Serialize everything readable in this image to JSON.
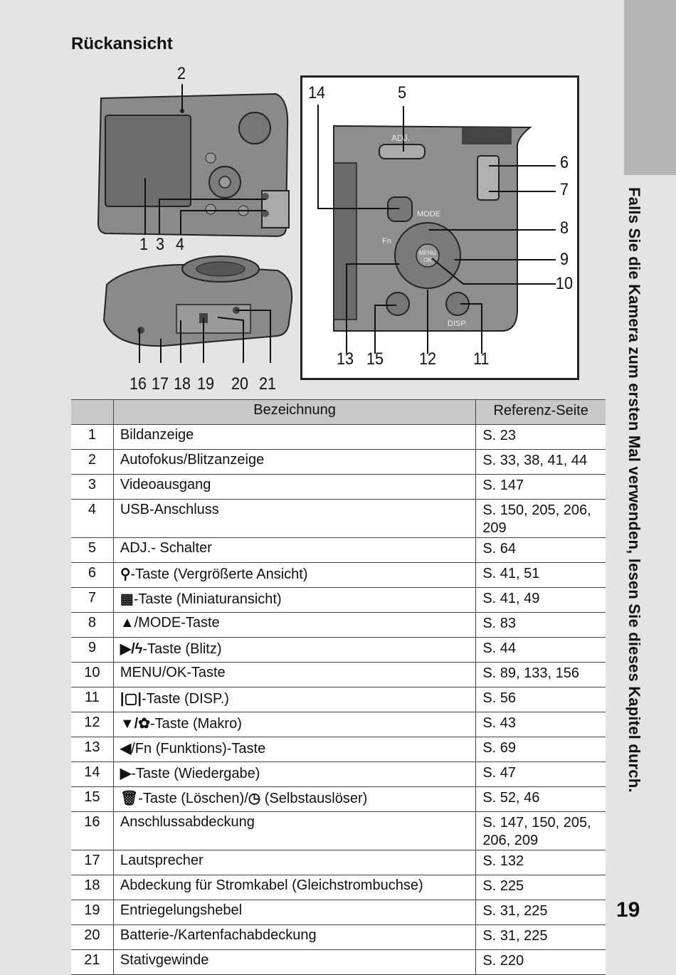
{
  "section_title": "Rückansicht",
  "side_title": "Falls Sie die Kamera zum ersten Mal verwenden, lesen Sie dieses Kapitel durch.",
  "page_number": "19",
  "figure": {
    "labels_main": [
      "2",
      "1",
      "3",
      "4",
      "16",
      "17",
      "18",
      "19",
      "20",
      "21"
    ],
    "labels_inset": [
      "14",
      "5",
      "6",
      "7",
      "8",
      "9",
      "10",
      "13",
      "15",
      "12",
      "11"
    ],
    "camera_text": {
      "adj": "ADJ.",
      "mode": "MODE",
      "fn": "Fn",
      "menu": "MENU",
      "ok": "OK",
      "disp": "DISP."
    }
  },
  "table": {
    "headers": [
      "",
      "Bezeichnung",
      "Referenz-Seite"
    ],
    "rows": [
      {
        "num": "1",
        "name": "Bildanzeige",
        "ref": "S. 23"
      },
      {
        "num": "2",
        "name": "Autofokus/Blitzanzeige",
        "ref": "S. 33, 38, 41, 44"
      },
      {
        "num": "3",
        "name": "Videoausgang",
        "ref": "S. 147"
      },
      {
        "num": "4",
        "name": "USB-Anschluss",
        "ref": "S. 150, 205, 206, 209"
      },
      {
        "num": "5",
        "name": "ADJ.- Schalter",
        "ref": "S. 64"
      },
      {
        "num": "6",
        "name": "-Taste (Vergrößerte Ansicht)",
        "icon": "magnifier-icon",
        "glyph": "⚲",
        "ref": "S. 41, 51"
      },
      {
        "num": "7",
        "name": "-Taste (Miniaturansicht)",
        "icon": "thumbnail-icon",
        "glyph": "▦",
        "ref": "S. 41, 49"
      },
      {
        "num": "8",
        "name": "/MODE-Taste",
        "icon": "triangle-up-icon",
        "glyph": "▲",
        "ref": "S. 83"
      },
      {
        "num": "9",
        "name": "-Taste (Blitz)",
        "icon": "triangle-right-flash-icon",
        "glyph": "▶/ϟ",
        "ref": "S. 44"
      },
      {
        "num": "10",
        "name": "MENU/OK-Taste",
        "ref": "S. 89, 133, 156"
      },
      {
        "num": "11",
        "name": "-Taste (DISP.)",
        "icon": "display-icon",
        "glyph": "|▢|",
        "ref": "S. 56"
      },
      {
        "num": "12",
        "name": "-Taste (Makro)",
        "icon": "triangle-down-macro-icon",
        "glyph": "▼/✿",
        "ref": "S. 43"
      },
      {
        "num": "13",
        "name": "/Fn (Funktions)-Taste",
        "icon": "triangle-left-icon",
        "glyph": "◀",
        "ref": "S. 69"
      },
      {
        "num": "14",
        "name": "-Taste (Wiedergabe)",
        "icon": "playback-icon",
        "glyph": "▶",
        "ref": "S. 47"
      },
      {
        "num": "15",
        "name": "-Taste (Löschen)/",
        "icon": "trash-icon",
        "glyph": "🗑",
        "name2": " (Selbstauslöser)",
        "icon2": "self-timer-icon",
        "glyph2": "◷",
        "ref": "S. 52, 46"
      },
      {
        "num": "16",
        "name": "Anschlussabdeckung",
        "ref": "S. 147, 150, 205, 206, 209"
      },
      {
        "num": "17",
        "name": "Lautsprecher",
        "ref": "S. 132"
      },
      {
        "num": "18",
        "name": "Abdeckung für Stromkabel (Gleichstrombuchse)",
        "ref": "S. 225"
      },
      {
        "num": "19",
        "name": "Entriegelungshebel",
        "ref": "S. 31, 225"
      },
      {
        "num": "20",
        "name": "Batterie-/Kartenfachabdeckung",
        "ref": "S. 31, 225"
      },
      {
        "num": "21",
        "name": "Stativgewinde",
        "ref": "S. 220"
      }
    ]
  }
}
